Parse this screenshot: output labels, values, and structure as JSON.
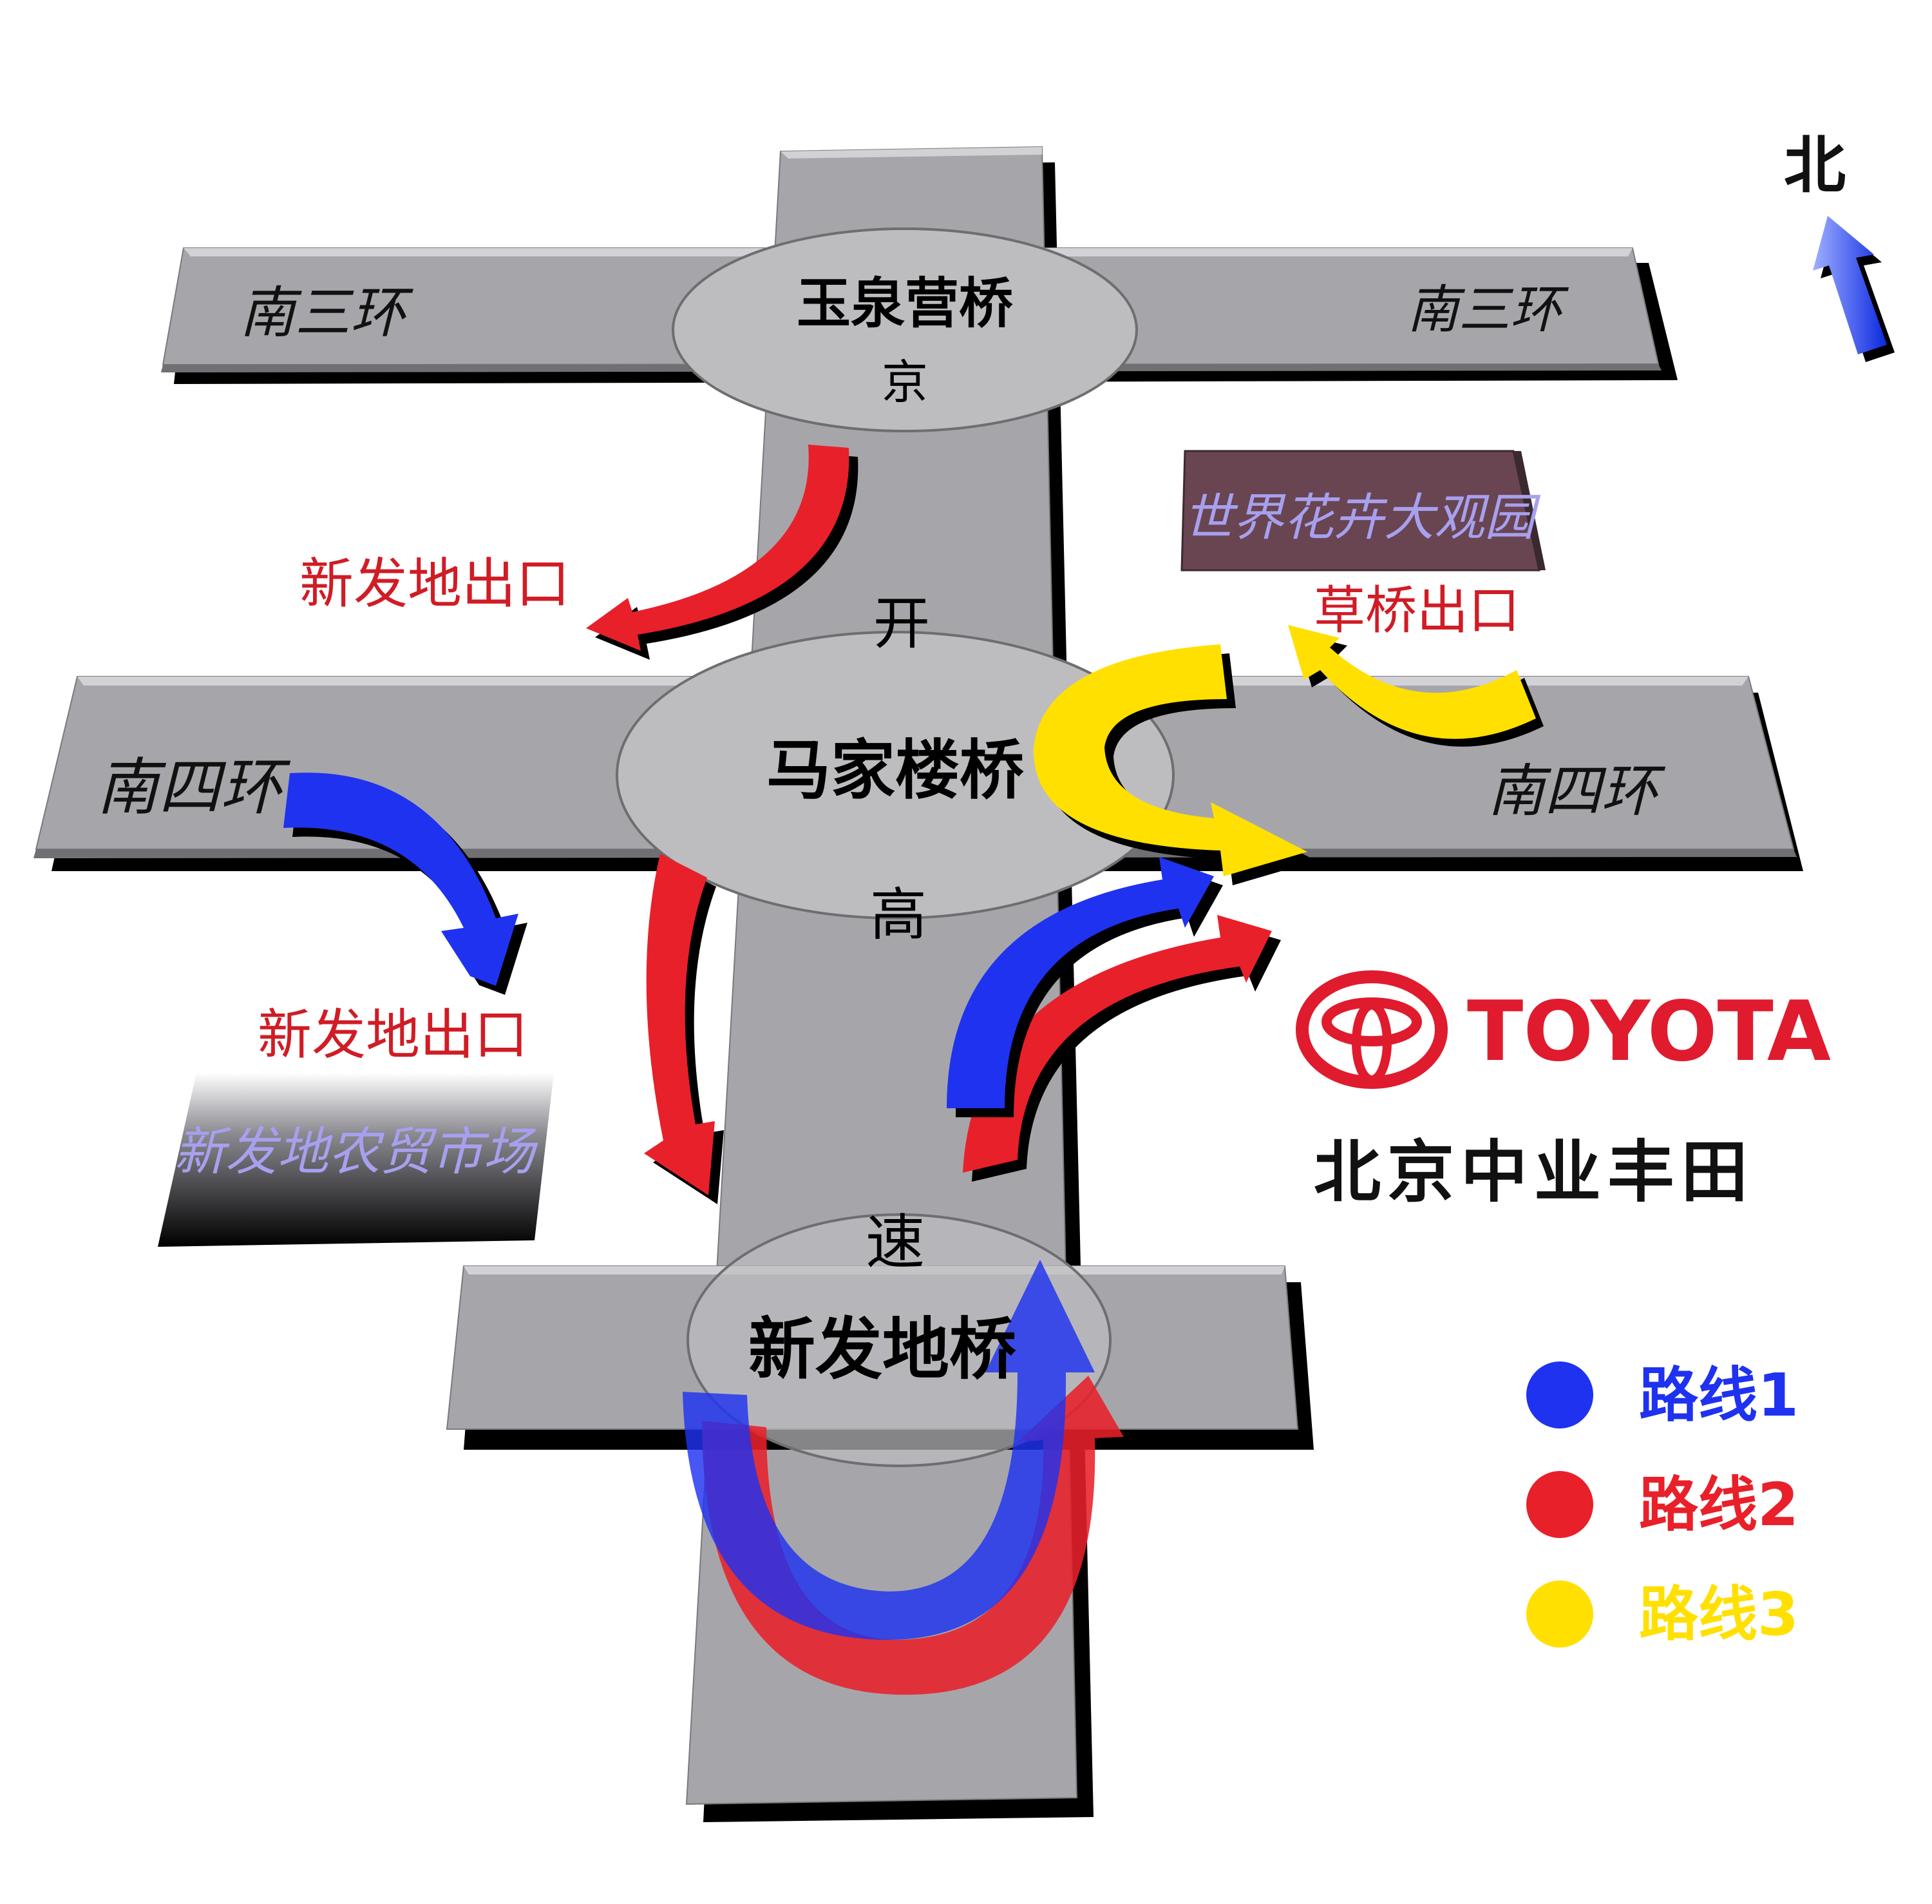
{
  "roads": {
    "ring3_west": "南三环",
    "ring3_east": "南三环",
    "ring4_west": "南四环",
    "ring4_east": "南四环"
  },
  "bridges": {
    "top": "玉泉营桥",
    "middle": "马家楼桥",
    "bottom": "新发地桥"
  },
  "expressway_chars": [
    "京",
    "开",
    "高",
    "速"
  ],
  "exits": {
    "xinfadi_north": "新发地出口",
    "xinfadi_south": "新发地出口",
    "caoqiao": "草桥出口"
  },
  "landmarks": {
    "flower_park": "世界花卉大观园",
    "xinfadi_market": "新发地农贸市场"
  },
  "brand": {
    "name": "TOYOTA",
    "dealer": "北京中业丰田",
    "color": "#e01b2e"
  },
  "compass": {
    "label": "北"
  },
  "legend": [
    {
      "label": "路线1",
      "color": "#1f32f0"
    },
    {
      "label": "路线2",
      "color": "#e8202a"
    },
    {
      "label": "路线3",
      "color": "#ffe000"
    }
  ]
}
